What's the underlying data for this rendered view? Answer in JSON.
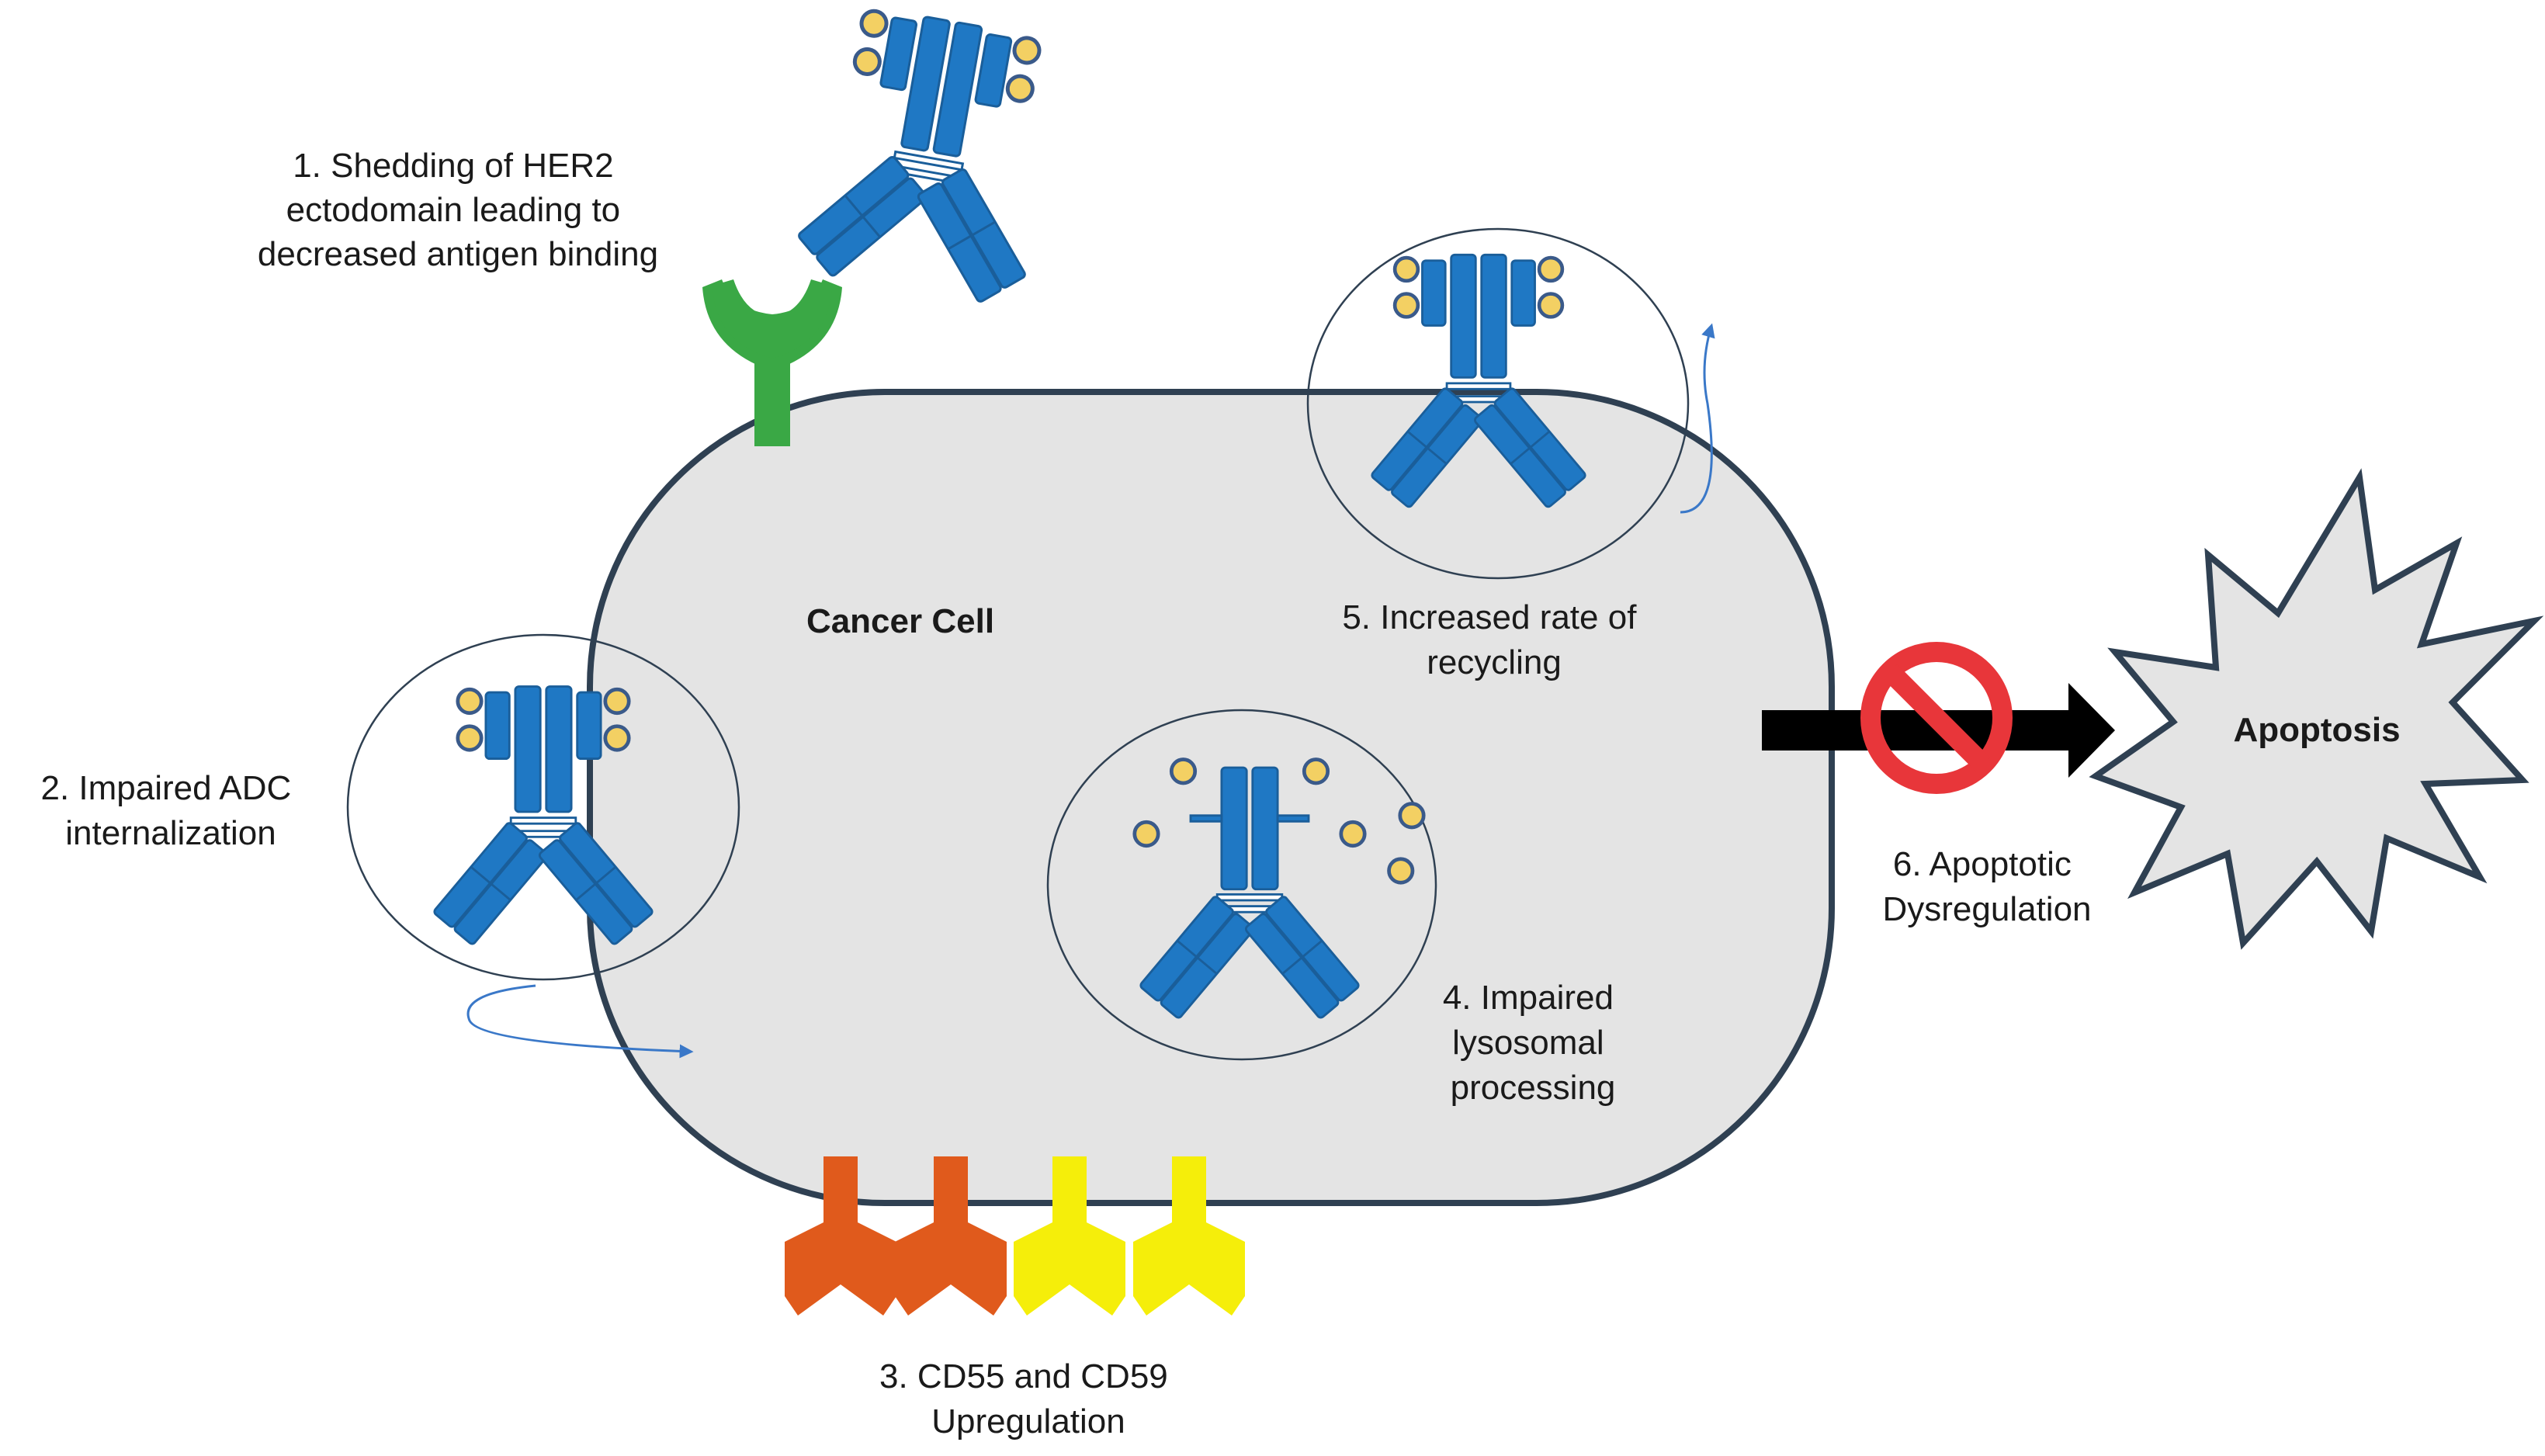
{
  "labels": {
    "cell": "Cancer Cell",
    "apoptosis": "Apoptosis",
    "step1": [
      "1. Shedding of HER2",
      "ectodomain leading to",
      "decreased antigen binding"
    ],
    "step2": [
      "2. Impaired ADC",
      "internalization"
    ],
    "step3": [
      "3. CD55 and CD59",
      "Upregulation"
    ],
    "step4": [
      "4. Impaired",
      "lysosomal",
      "processing"
    ],
    "step5": [
      "5. Increased rate of",
      "recycling"
    ],
    "step6": [
      "6. Apoptotic",
      "Dysregulation"
    ]
  },
  "colors": {
    "cell_fill": "#e4e4e4",
    "cell_outline": "#2f4052",
    "antibody": "#1f78c4",
    "antibody_outline": "#1a5e9a",
    "payload": "#f3d063",
    "payload_outline": "#3a5a8a",
    "her2_receptor": "#3aa845",
    "cd55": "#e05a1c",
    "cd59": "#f5ee0a",
    "no_sign": "#e8363a",
    "arrow": "#000000",
    "recycling_arrow": "#3a78c8"
  }
}
